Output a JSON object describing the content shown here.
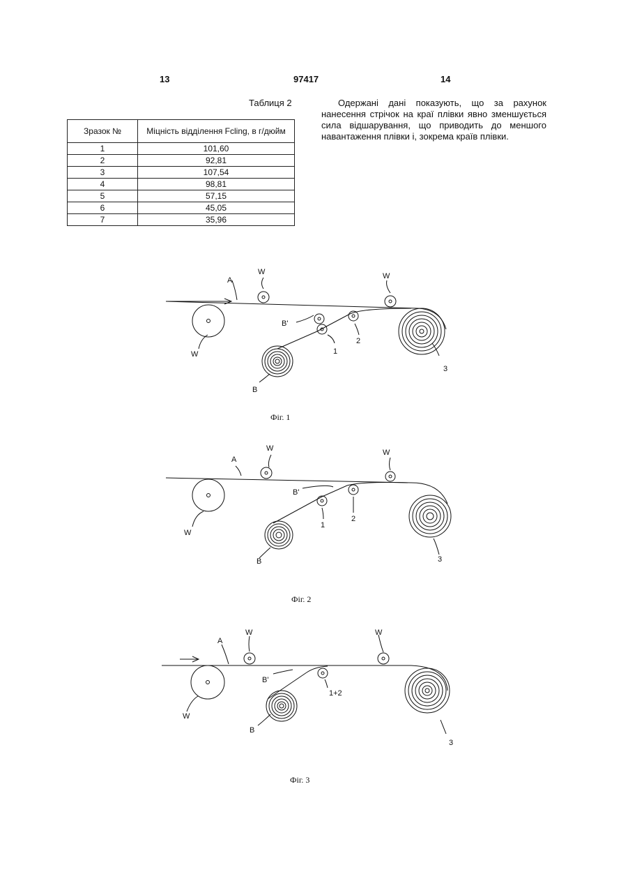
{
  "header": {
    "page_left": "13",
    "patent_number": "97417",
    "page_right": "14"
  },
  "table": {
    "caption": "Таблиця 2",
    "columns": [
      "Зразок №",
      "Міцність відділення Fcling, в г/дюйм"
    ],
    "rows": [
      [
        "1",
        "101,60"
      ],
      [
        "2",
        "92,81"
      ],
      [
        "3",
        "107,54"
      ],
      [
        "4",
        "98,81"
      ],
      [
        "5",
        "57,15"
      ],
      [
        "6",
        "45,05"
      ],
      [
        "7",
        "35,96"
      ]
    ]
  },
  "body_text": "Одержані дані показують, що за рахунок нанесення стрічок на краї плівки явно зменшується сила відшарування, що приводить до меншого навантаження плівки і, зокрема країв плівки.",
  "figures": [
    {
      "caption": "Фіг. 1",
      "labels": {
        "w_top1": "W",
        "a": "A",
        "w_top2": "W",
        "b_prime": "B'",
        "w_left": "W",
        "b": "B",
        "n1": "1",
        "n2": "2",
        "n3": "3"
      }
    },
    {
      "caption": "Фіг. 2",
      "labels": {
        "w_top1": "W",
        "a": "A",
        "w_top2": "W",
        "b_prime": "B'",
        "w_left": "W",
        "b": "B",
        "n1": "1",
        "n2": "2",
        "n3": "3"
      }
    },
    {
      "caption": "Фіг. 3",
      "labels": {
        "w_top1": "W",
        "a": "A",
        "w_top2": "W",
        "b_prime": "B'",
        "w_left": "W",
        "b": "B",
        "n12": "1+2",
        "n3": "3"
      }
    }
  ]
}
